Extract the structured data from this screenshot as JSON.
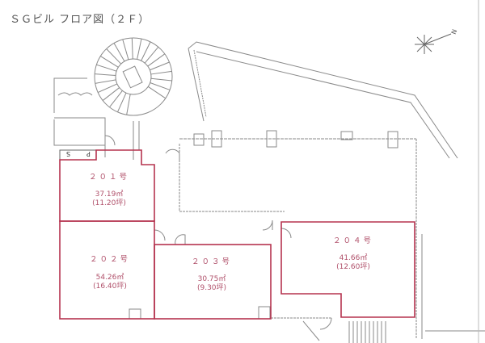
{
  "title": "ＳＧビル フロア図（２Ｆ）",
  "compass": {
    "label": "N"
  },
  "labels": {
    "s": "S",
    "p": "P"
  },
  "rooms": [
    {
      "number": "２０１号",
      "area_m2": "37.19㎡",
      "area_tsubo": "(11.20坪)"
    },
    {
      "number": "２０２号",
      "area_m2": "54.26㎡",
      "area_tsubo": "(16.40坪)"
    },
    {
      "number": "２０３号",
      "area_m2": "30.75㎡",
      "area_tsubo": "(9.30坪)"
    },
    {
      "number": "２０４号",
      "area_m2": "41.66㎡",
      "area_tsubo": "(12.60坪)"
    }
  ],
  "colors": {
    "room_outline": "#b5334f",
    "wall": "#888888"
  }
}
